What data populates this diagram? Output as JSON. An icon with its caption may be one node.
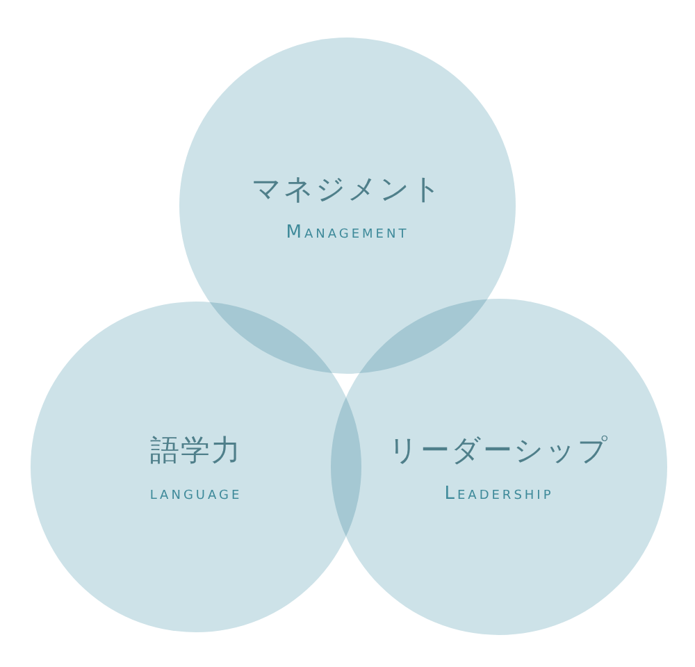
{
  "diagram": {
    "nodes": [
      {
        "text": [
          "マネジメント",
          "Management"
        ]
      },
      {
        "text": [
          "語学力",
          "language"
        ]
      },
      {
        "text": [
          "リーダーシップ",
          "Leadership"
        ]
      }
    ]
  }
}
